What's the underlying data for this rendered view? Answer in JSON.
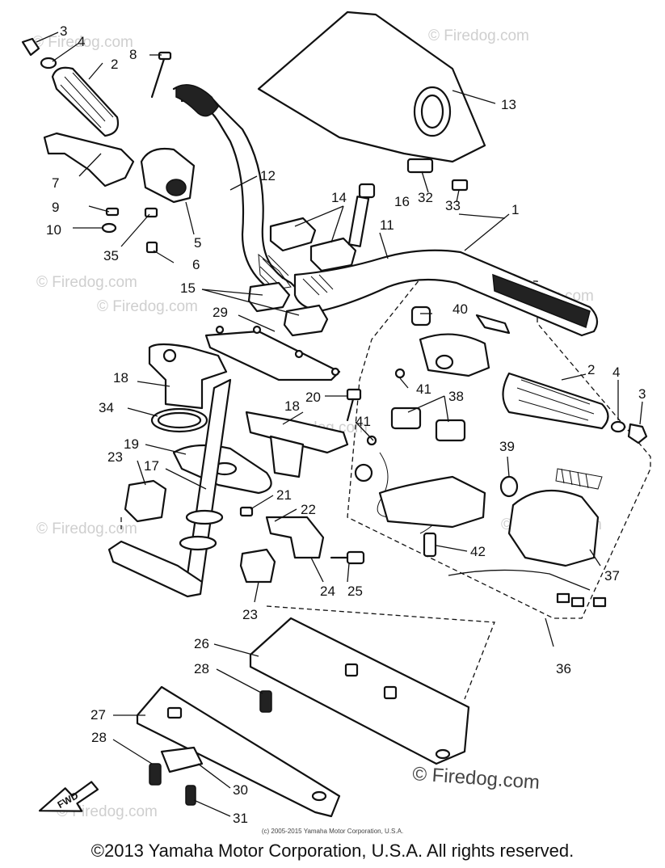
{
  "callouts": [
    "1",
    "2",
    "3",
    "4",
    "5",
    "6",
    "7",
    "8",
    "9",
    "10",
    "11",
    "12",
    "13",
    "14",
    "15",
    "16",
    "17",
    "18",
    "19",
    "20",
    "21",
    "22",
    "23",
    "24",
    "25",
    "26",
    "27",
    "28",
    "29",
    "30",
    "31",
    "32",
    "33",
    "34",
    "35",
    "36",
    "37",
    "38",
    "39",
    "40",
    "41",
    "42",
    "2",
    "3",
    "4",
    "18",
    "23",
    "28",
    "41"
  ],
  "watermark": "© Firedog.com",
  "fwd_label": "FWD",
  "small_copyright": "(c) 2005-2015 Yamaha Motor Corporation, U.S.A.",
  "footer_copyright": "©2013 Yamaha Motor Corporation, U.S.A. All rights reserved."
}
